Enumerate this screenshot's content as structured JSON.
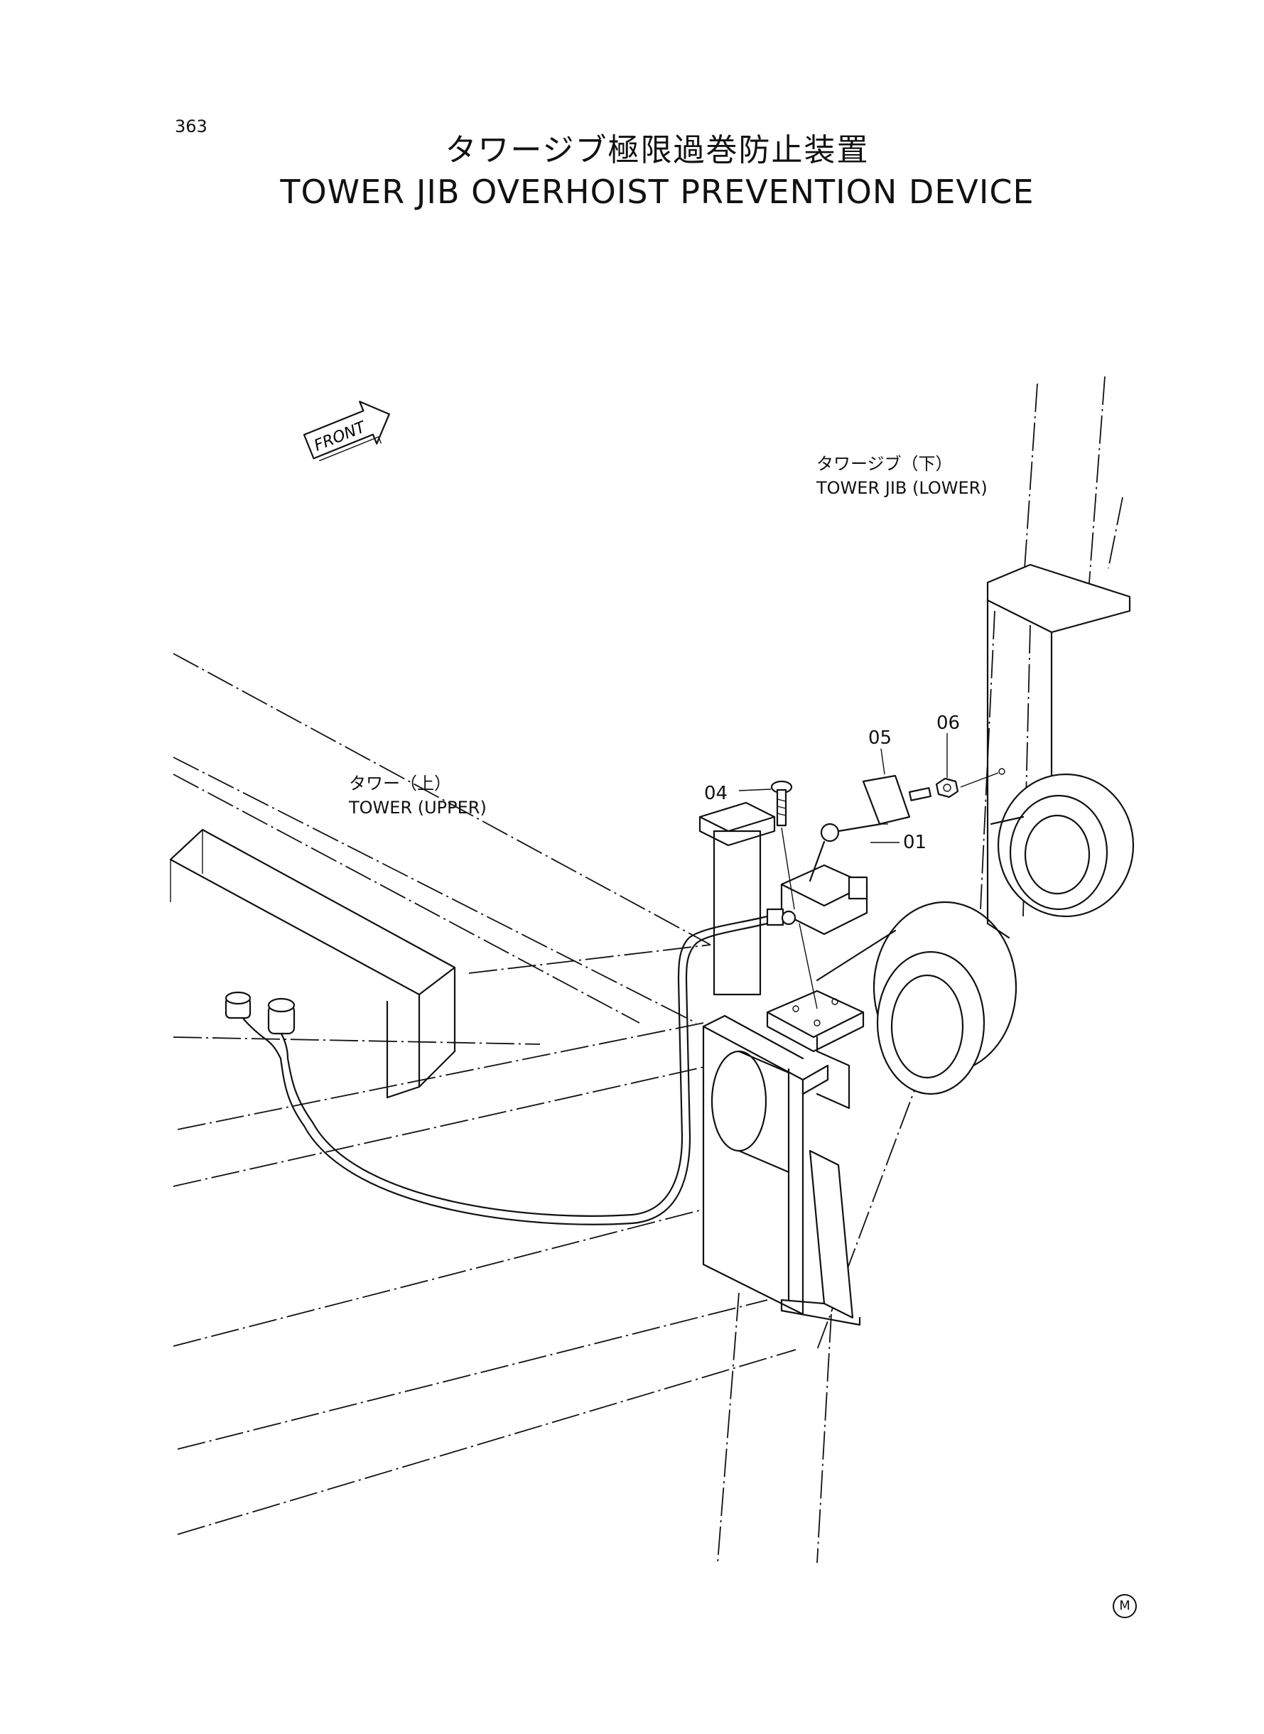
{
  "page_number": "363",
  "title_jp": "タワージブ極限過巻防止装置",
  "title_en": "TOWER JIB OVERHOIST PREVENTION DEVICE",
  "front_label": "FRONT",
  "labels": {
    "tower_jib_lower_jp": "タワージブ（下）",
    "tower_jib_lower_en": "TOWER JIB (LOWER)",
    "tower_upper_jp": "タワー（上）",
    "tower_upper_en": "TOWER (UPPER)"
  },
  "callouts": {
    "c01": "01",
    "c04": "04",
    "c05": "05",
    "c06": "06"
  },
  "corner_mark": "M"
}
